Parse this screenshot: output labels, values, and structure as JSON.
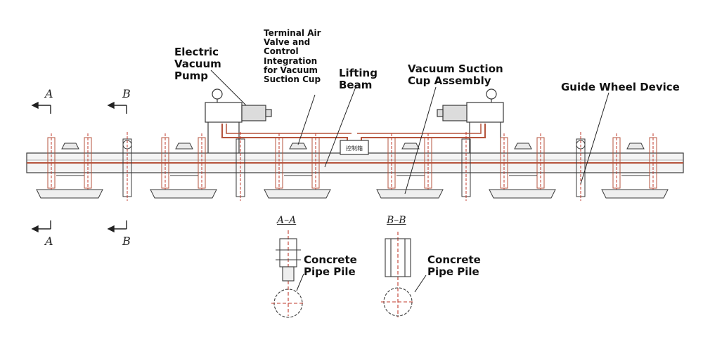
{
  "labels": {
    "electric_vacuum_pump": "Electric\nVacuum\nPump",
    "terminal_air_valve": "Terminal Air\nValve and\nControl\nIntegration\nfor Vacuum\nSuction Cup",
    "lifting_beam": "Lifting\nBeam",
    "vacuum_suction_cup_assembly": "Vacuum Suction\nCup Assembly",
    "guide_wheel_device": "Guide Wheel Device",
    "concrete_pipe_pile_a": "Concrete\nPipe Pile",
    "concrete_pipe_pile_b": "Concrete\nPipe Pile"
  },
  "section_marks": {
    "a_top": "A",
    "b_top": "B",
    "a_bottom": "A",
    "b_bottom": "B"
  },
  "section_titles": {
    "aa": "A–A",
    "bb": "B–B"
  },
  "control_box_text": "控制箱",
  "colors": {
    "line": "#3a3a3a",
    "accent": "#b5533c",
    "center_line": "#c0392b",
    "beam_fill": "#f2f2f2"
  }
}
